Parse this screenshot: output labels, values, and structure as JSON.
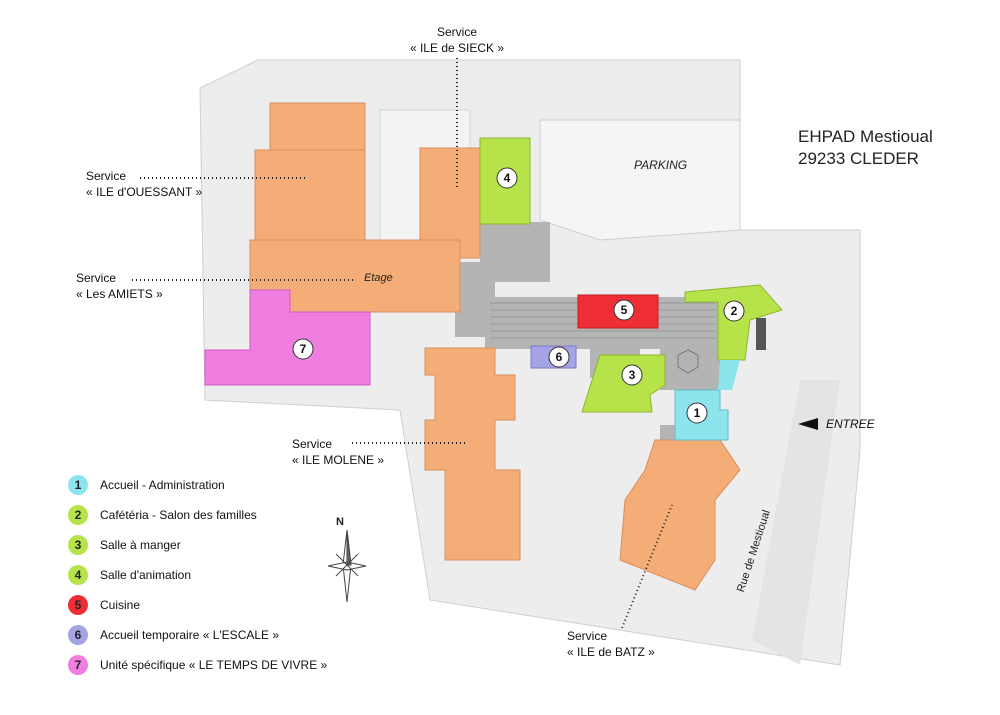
{
  "header": {
    "title_line1": "EHPAD Mestioual",
    "title_line2": "29233 CLEDER"
  },
  "labels": {
    "parking": "PARKING",
    "entree": "ENTREE",
    "etage": "Etage",
    "rue": "Rue de Mestioual",
    "north": "N"
  },
  "services": {
    "sieck": {
      "line1": "Service",
      "line2": "« ILE de SIECK »"
    },
    "ouessant": {
      "line1": "Service",
      "line2": "« ILE d'OUESSANT »"
    },
    "amiets": {
      "line1": "Service",
      "line2": "« Les AMIETS »"
    },
    "molene": {
      "line1": "Service",
      "line2": "« ILE MOLENE »"
    },
    "batz": {
      "line1": "Service",
      "line2": "« ILE de BATZ »"
    }
  },
  "markers": [
    "1",
    "2",
    "3",
    "4",
    "5",
    "6",
    "7"
  ],
  "legend": [
    {
      "num": "1",
      "label": "Accueil - Administration",
      "color": "#8ee4ec"
    },
    {
      "num": "2",
      "label": "Cafétéria - Salon des familles",
      "color": "#b7e34a"
    },
    {
      "num": "3",
      "label": "Salle à manger",
      "color": "#b7e34a"
    },
    {
      "num": "4",
      "label": "Salle d'animation",
      "color": "#b7e34a"
    },
    {
      "num": "5",
      "label": "Cuisine",
      "color": "#ee2e34"
    },
    {
      "num": "6",
      "label": "Accueil temporaire « L'ESCALE »",
      "color": "#a3a3e6"
    },
    {
      "num": "7",
      "label": "Unité spécifique « LE TEMPS DE VIVRE »",
      "color": "#f07ee0"
    }
  ],
  "colors": {
    "residence": "#f5ad78",
    "animation": "#b7e34a",
    "cuisine": "#ee2e34",
    "accueil": "#8ee4ec",
    "escale": "#a3a3e6",
    "temps_de_vivre": "#f07ee0",
    "corridor": "#b4b4b4",
    "ground": "#ededed"
  }
}
